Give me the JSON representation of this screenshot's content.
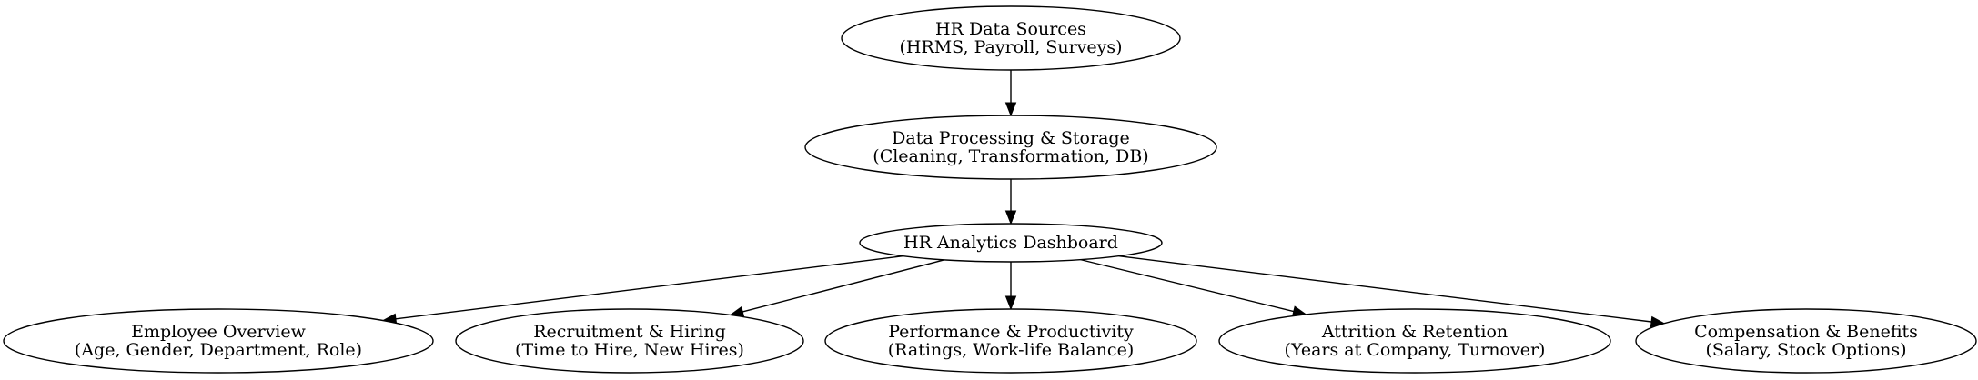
{
  "diagram": {
    "nodes": [
      {
        "id": "sources",
        "lines": [
          "HR Data Sources",
          "(HRMS, Payroll, Surveys)"
        ]
      },
      {
        "id": "processing",
        "lines": [
          "Data Processing & Storage",
          "(Cleaning, Transformation, DB)"
        ]
      },
      {
        "id": "dashboard",
        "lines": [
          "HR Analytics Dashboard"
        ]
      },
      {
        "id": "employee",
        "lines": [
          "Employee Overview",
          "(Age, Gender, Department, Role)"
        ]
      },
      {
        "id": "recruitment",
        "lines": [
          "Recruitment & Hiring",
          "(Time to Hire, New Hires)"
        ]
      },
      {
        "id": "performance",
        "lines": [
          "Performance & Productivity",
          "(Ratings, Work-life Balance)"
        ]
      },
      {
        "id": "attrition",
        "lines": [
          "Attrition & Retention",
          "(Years at Company, Turnover)"
        ]
      },
      {
        "id": "compensation",
        "lines": [
          "Compensation & Benefits",
          "(Salary, Stock Options)"
        ]
      }
    ],
    "edges": [
      {
        "from": "sources",
        "to": "processing"
      },
      {
        "from": "processing",
        "to": "dashboard"
      },
      {
        "from": "dashboard",
        "to": "employee"
      },
      {
        "from": "dashboard",
        "to": "recruitment"
      },
      {
        "from": "dashboard",
        "to": "performance"
      },
      {
        "from": "dashboard",
        "to": "attrition"
      },
      {
        "from": "dashboard",
        "to": "compensation"
      }
    ]
  }
}
